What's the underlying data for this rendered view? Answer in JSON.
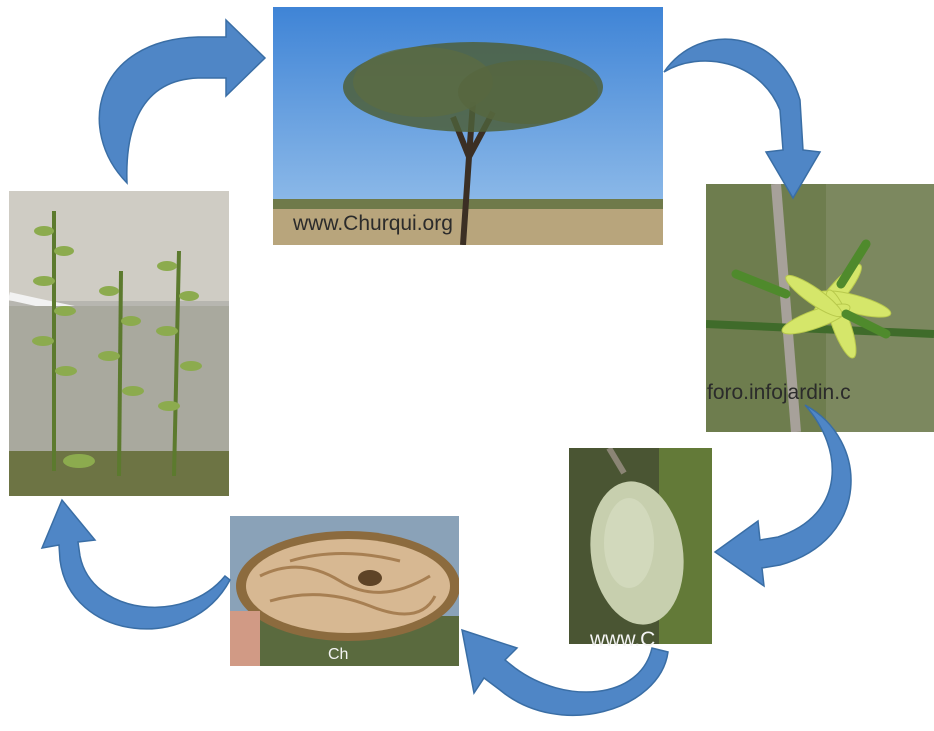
{
  "diagram": {
    "stages": [
      {
        "id": "tree",
        "caption": "www.Churqui.org"
      },
      {
        "id": "flower",
        "caption": "foro.infojardin.c"
      },
      {
        "id": "fruit",
        "caption": "www.C"
      },
      {
        "id": "seed-pod",
        "caption": "Ch"
      },
      {
        "id": "seedlings",
        "caption": ""
      }
    ],
    "colors": {
      "arrow": "#4f86c6",
      "arrow_edge": "#3a6ea5",
      "sky": "#4a8fd8",
      "foliage": "#5b6b3a"
    }
  }
}
